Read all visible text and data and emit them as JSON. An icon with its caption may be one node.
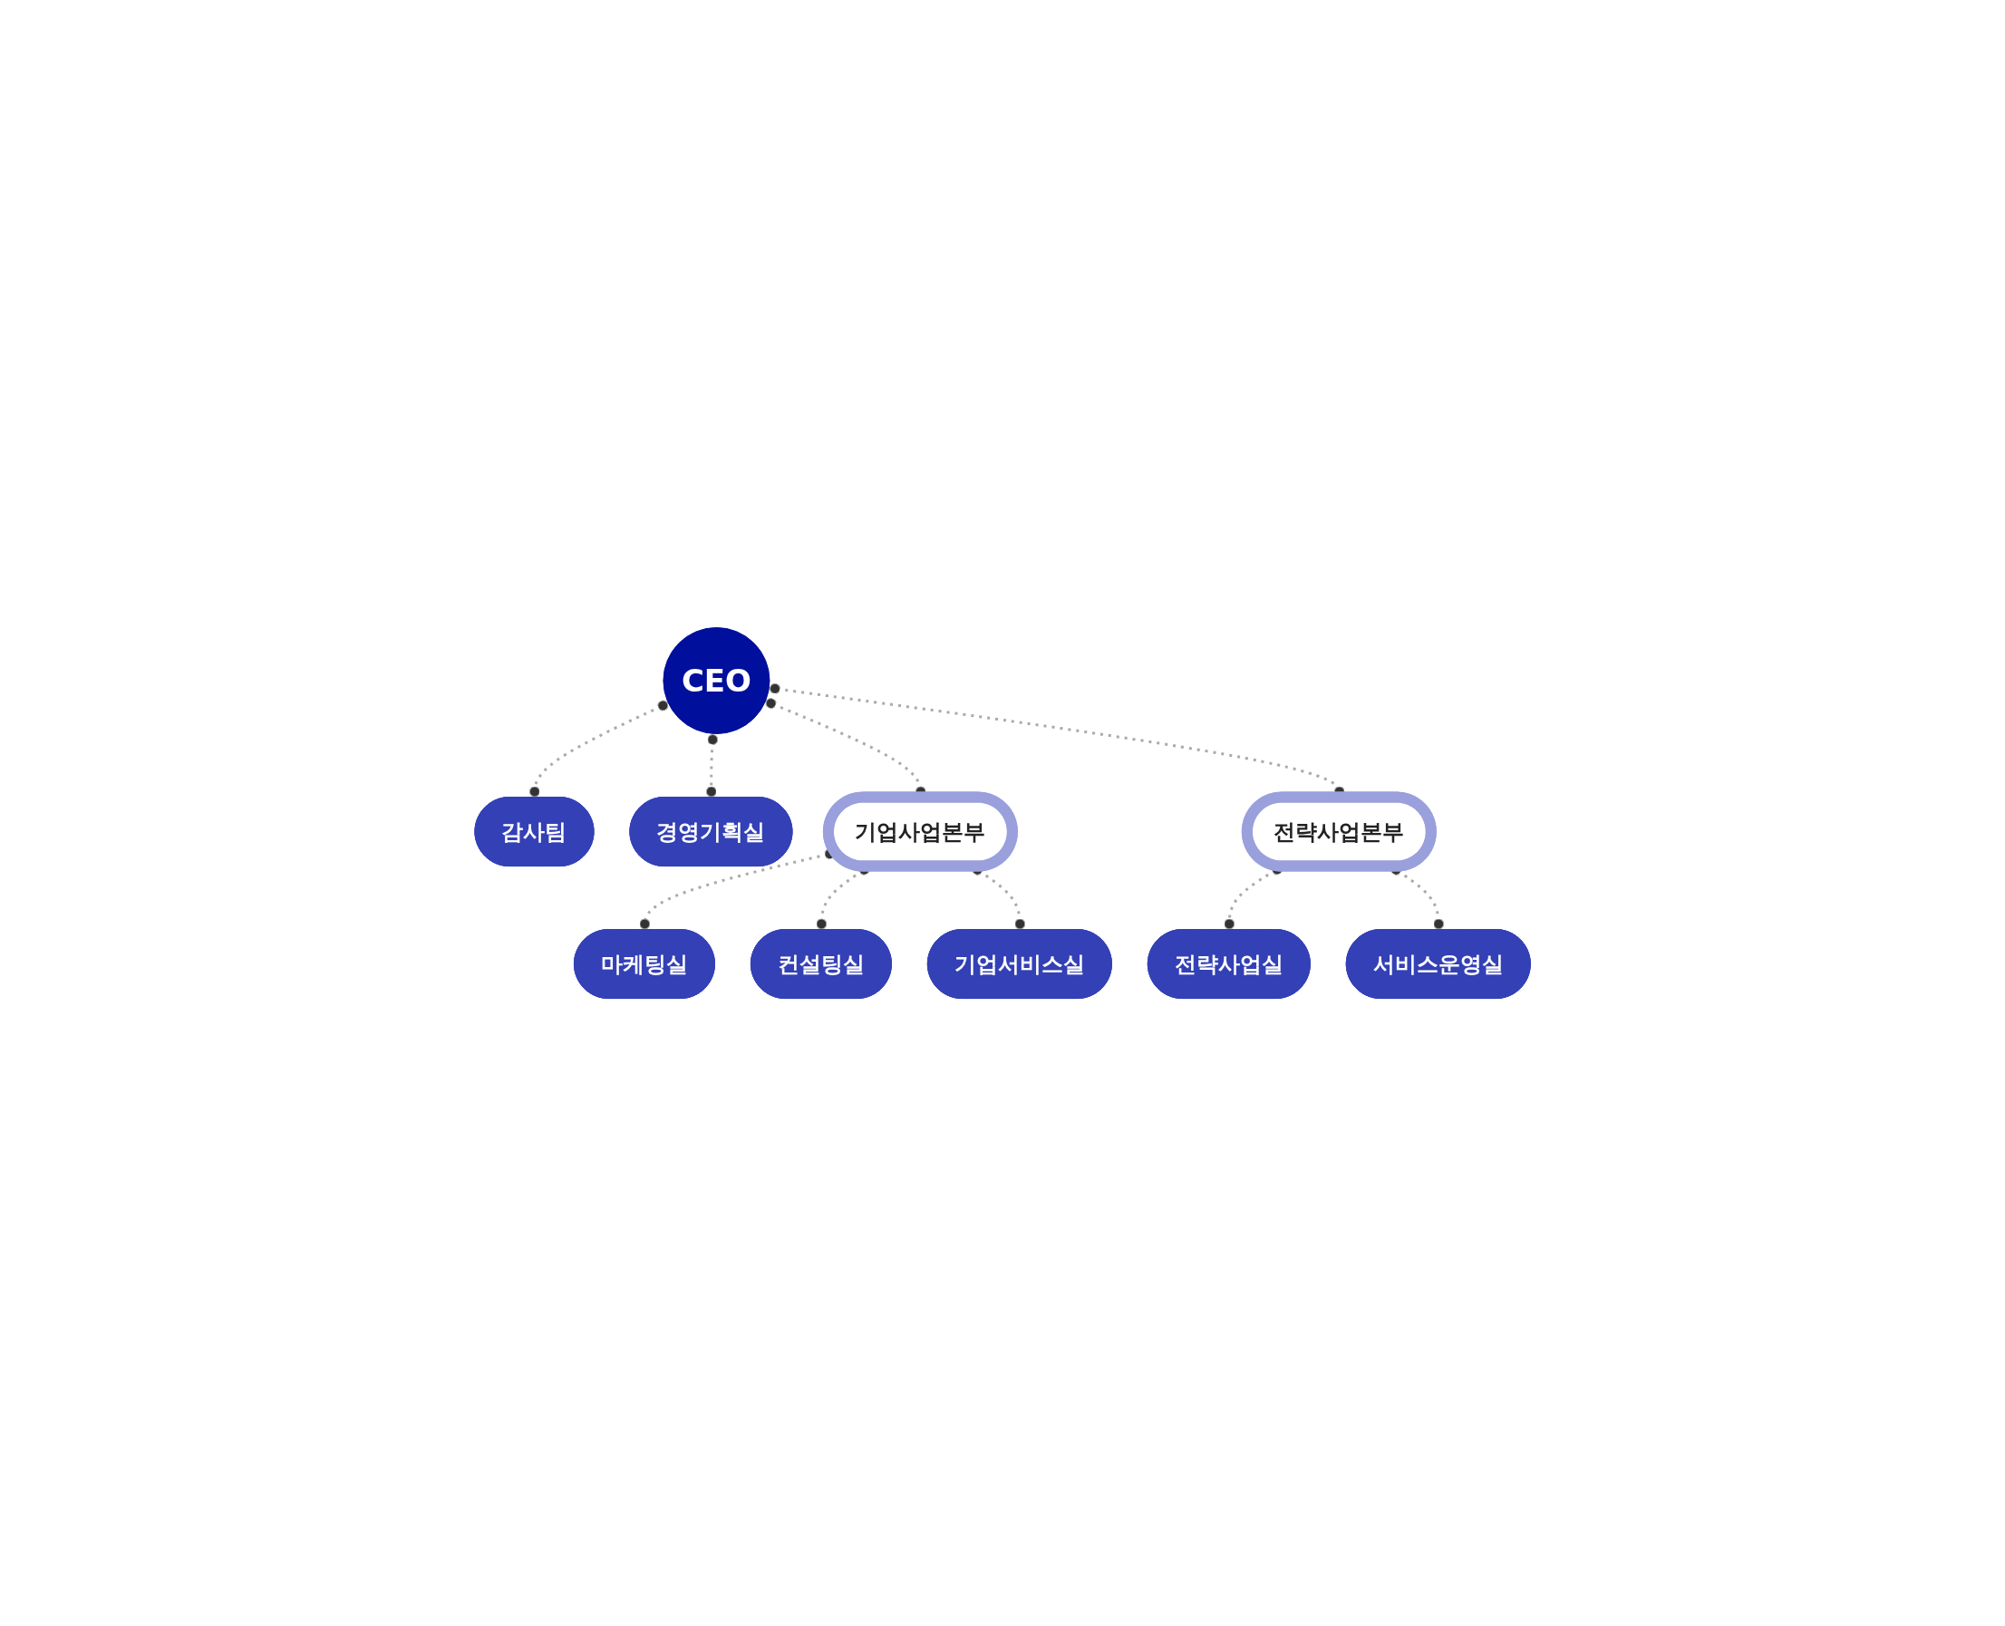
{
  "diagram": {
    "nodes": [
      {
        "text": [
          "CEO"
        ]
      },
      {
        "text": [
          "감사팀"
        ]
      },
      {
        "text": [
          "경영기획실"
        ]
      },
      {
        "text": [
          "기업사업본부"
        ]
      },
      {
        "text": [
          "전략사업본부"
        ]
      },
      {
        "text": [
          "마케팅실"
        ]
      },
      {
        "text": [
          "컨설팅실"
        ]
      },
      {
        "text": [
          "기업서비스실"
        ]
      },
      {
        "text": [
          "전략사업실"
        ]
      },
      {
        "text": [
          "서비스운영실"
        ]
      }
    ],
    "edges": [
      {
        "from": 0,
        "to": 1,
        "arrow": "other",
        "style": "dashed"
      },
      {
        "from": 0,
        "to": 2,
        "arrow": "other",
        "style": "dashed"
      },
      {
        "from": 0,
        "to": 3,
        "arrow": "other",
        "style": "dashed"
      },
      {
        "from": 0,
        "to": 4,
        "arrow": "other",
        "style": "dashed"
      },
      {
        "from": 3,
        "to": 5,
        "arrow": "other",
        "style": "dashed"
      },
      {
        "from": 3,
        "to": 6,
        "arrow": "other",
        "style": "dashed"
      },
      {
        "from": 3,
        "to": 7,
        "arrow": "other",
        "style": "dashed"
      },
      {
        "from": 4,
        "to": 8,
        "arrow": "other",
        "style": "dashed"
      },
      {
        "from": 4,
        "to": 9,
        "arrow": "other",
        "style": "dashed"
      }
    ]
  }
}
